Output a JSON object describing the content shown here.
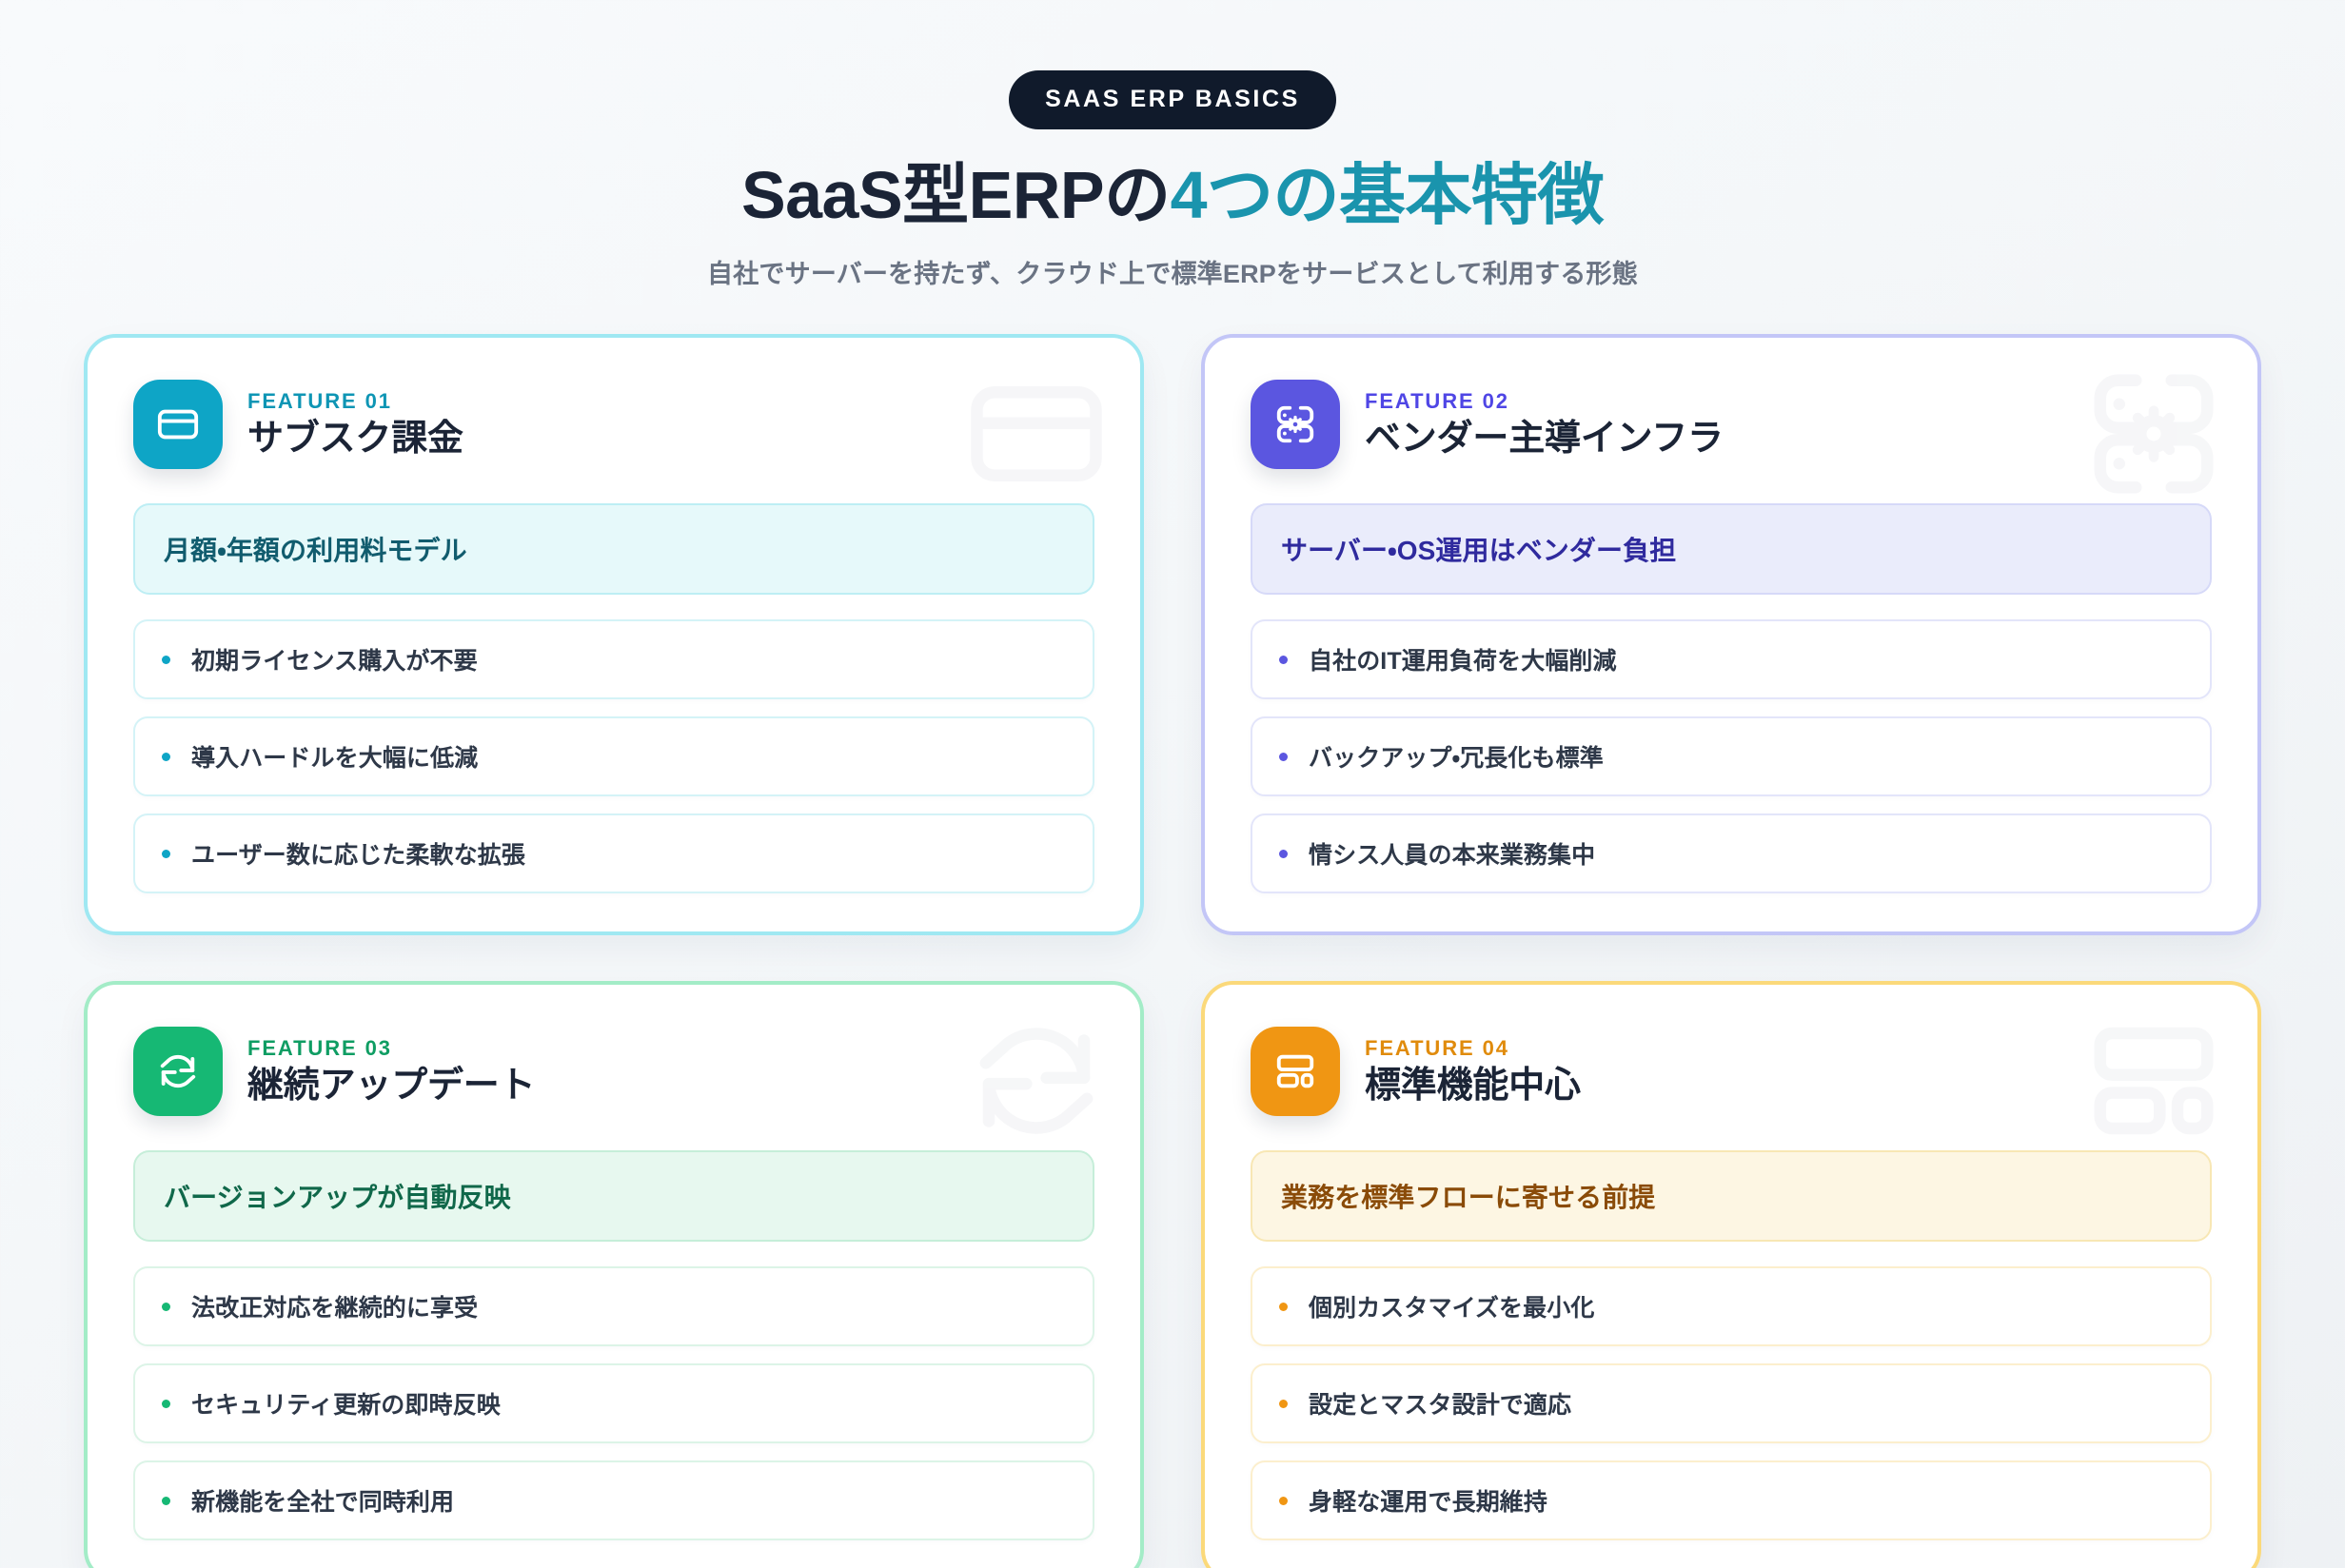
{
  "header": {
    "eyebrow": "SAAS ERP BASICS",
    "title_plain_1": "SaaS型ERPの",
    "title_accent": "4つの基本特徴",
    "subtitle": "自社でサーバーを持たず、クラウド上で標準ERPをサービスとして利用する形態",
    "accent_color": "#1a94ad",
    "eyebrow_bg": "#101a2b"
  },
  "cards": [
    {
      "feature_label": "FEATURE 01",
      "title": "サブスク課金",
      "highlight": "月額・年額の利用料モデル",
      "icon": "credit-card-icon",
      "watermark_icon": "credit-card-icon",
      "accent": "#0ea5c6",
      "accent_text": "#0e95b4",
      "border": "#9fe8f2",
      "highlight_bg": "#e6f9fa",
      "highlight_border": "#bdeef4",
      "highlight_text": "#115c6e",
      "bullet_border": "#d4f3f7",
      "bullets": [
        "初期ライセンス購入が不要",
        "導入ハードルを大幅に低減",
        "ユーザー数に応じた柔軟な拡張"
      ]
    },
    {
      "feature_label": "FEATURE 02",
      "title": "ベンダー主導インフラ",
      "highlight": "サーバー・OS運用はベンダー負担",
      "icon": "server-cog-icon",
      "watermark_icon": "server-cog-icon",
      "accent": "#5b56e0",
      "accent_text": "#4f46e5",
      "border": "#c3c6f7",
      "highlight_bg": "#eaecfb",
      "highlight_border": "#d6d9f8",
      "highlight_text": "#2f2a9e",
      "bullet_border": "#e3e5fa",
      "bullets": [
        "自社のIT運用負荷を大幅削減",
        "バックアップ・冗長化も標準",
        "情シス人員の本来業務集中"
      ]
    },
    {
      "feature_label": "FEATURE 03",
      "title": "継続アップデート",
      "highlight": "バージョンアップが自動反映",
      "icon": "refresh-icon",
      "watermark_icon": "refresh-icon",
      "accent": "#16b874",
      "accent_text": "#0f9d63",
      "border": "#a3ecc7",
      "highlight_bg": "#e7f8ef",
      "highlight_border": "#c6eed9",
      "highlight_text": "#10684a",
      "bullet_border": "#dcf4e7",
      "bullets": [
        "法改正対応を継続的に享受",
        "セキュリティ更新の即時反映",
        "新機能を全社で同時利用"
      ]
    },
    {
      "feature_label": "FEATURE 04",
      "title": "標準機能中心",
      "highlight": "業務を標準フローに寄せる前提",
      "icon": "layout-dashboard-icon",
      "watermark_icon": "layout-dashboard-icon",
      "accent": "#f09613",
      "accent_text": "#e08b0c",
      "border": "#fbd97a",
      "highlight_bg": "#fdf6e3",
      "highlight_border": "#f8e7b4",
      "highlight_text": "#8a4b08",
      "bullet_border": "#fcefcd",
      "bullets": [
        "個別カスタマイズを最小化",
        "設定とマスタ設計で適応",
        "身軽な運用で長期維持"
      ]
    }
  ]
}
